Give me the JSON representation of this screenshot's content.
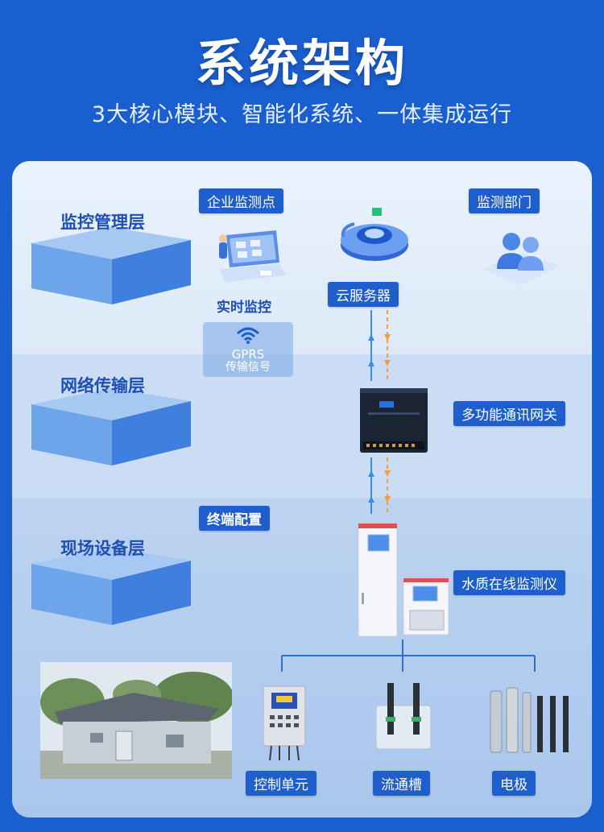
{
  "header": {
    "title": "系统架构",
    "subtitle": "3大核心模块、智能化系统、一体集成运行"
  },
  "layers": [
    {
      "label": "监控管理层"
    },
    {
      "label": "网络传输层"
    },
    {
      "label": "现场设备层"
    }
  ],
  "monitoring": {
    "enterprise_point": "企业监测点",
    "monitor_dept": "监测部门",
    "realtime": "实时监控",
    "cloud_server": "云服务器",
    "gprs_line1": "GPRS",
    "gprs_line2": "传输信号"
  },
  "network": {
    "gateway": "多功能通讯网关"
  },
  "field": {
    "terminal_config": "终端配置",
    "water_monitor": "水质在线监测仪",
    "control_unit": "控制单元",
    "flow_cell": "流通槽",
    "electrode": "电极"
  },
  "colors": {
    "background": "#1a5fd0",
    "tag": "#1f5fcb",
    "layer_text": "#1d4fb5",
    "signal_up": "#3a8ee0",
    "signal_down": "#f0a040"
  }
}
